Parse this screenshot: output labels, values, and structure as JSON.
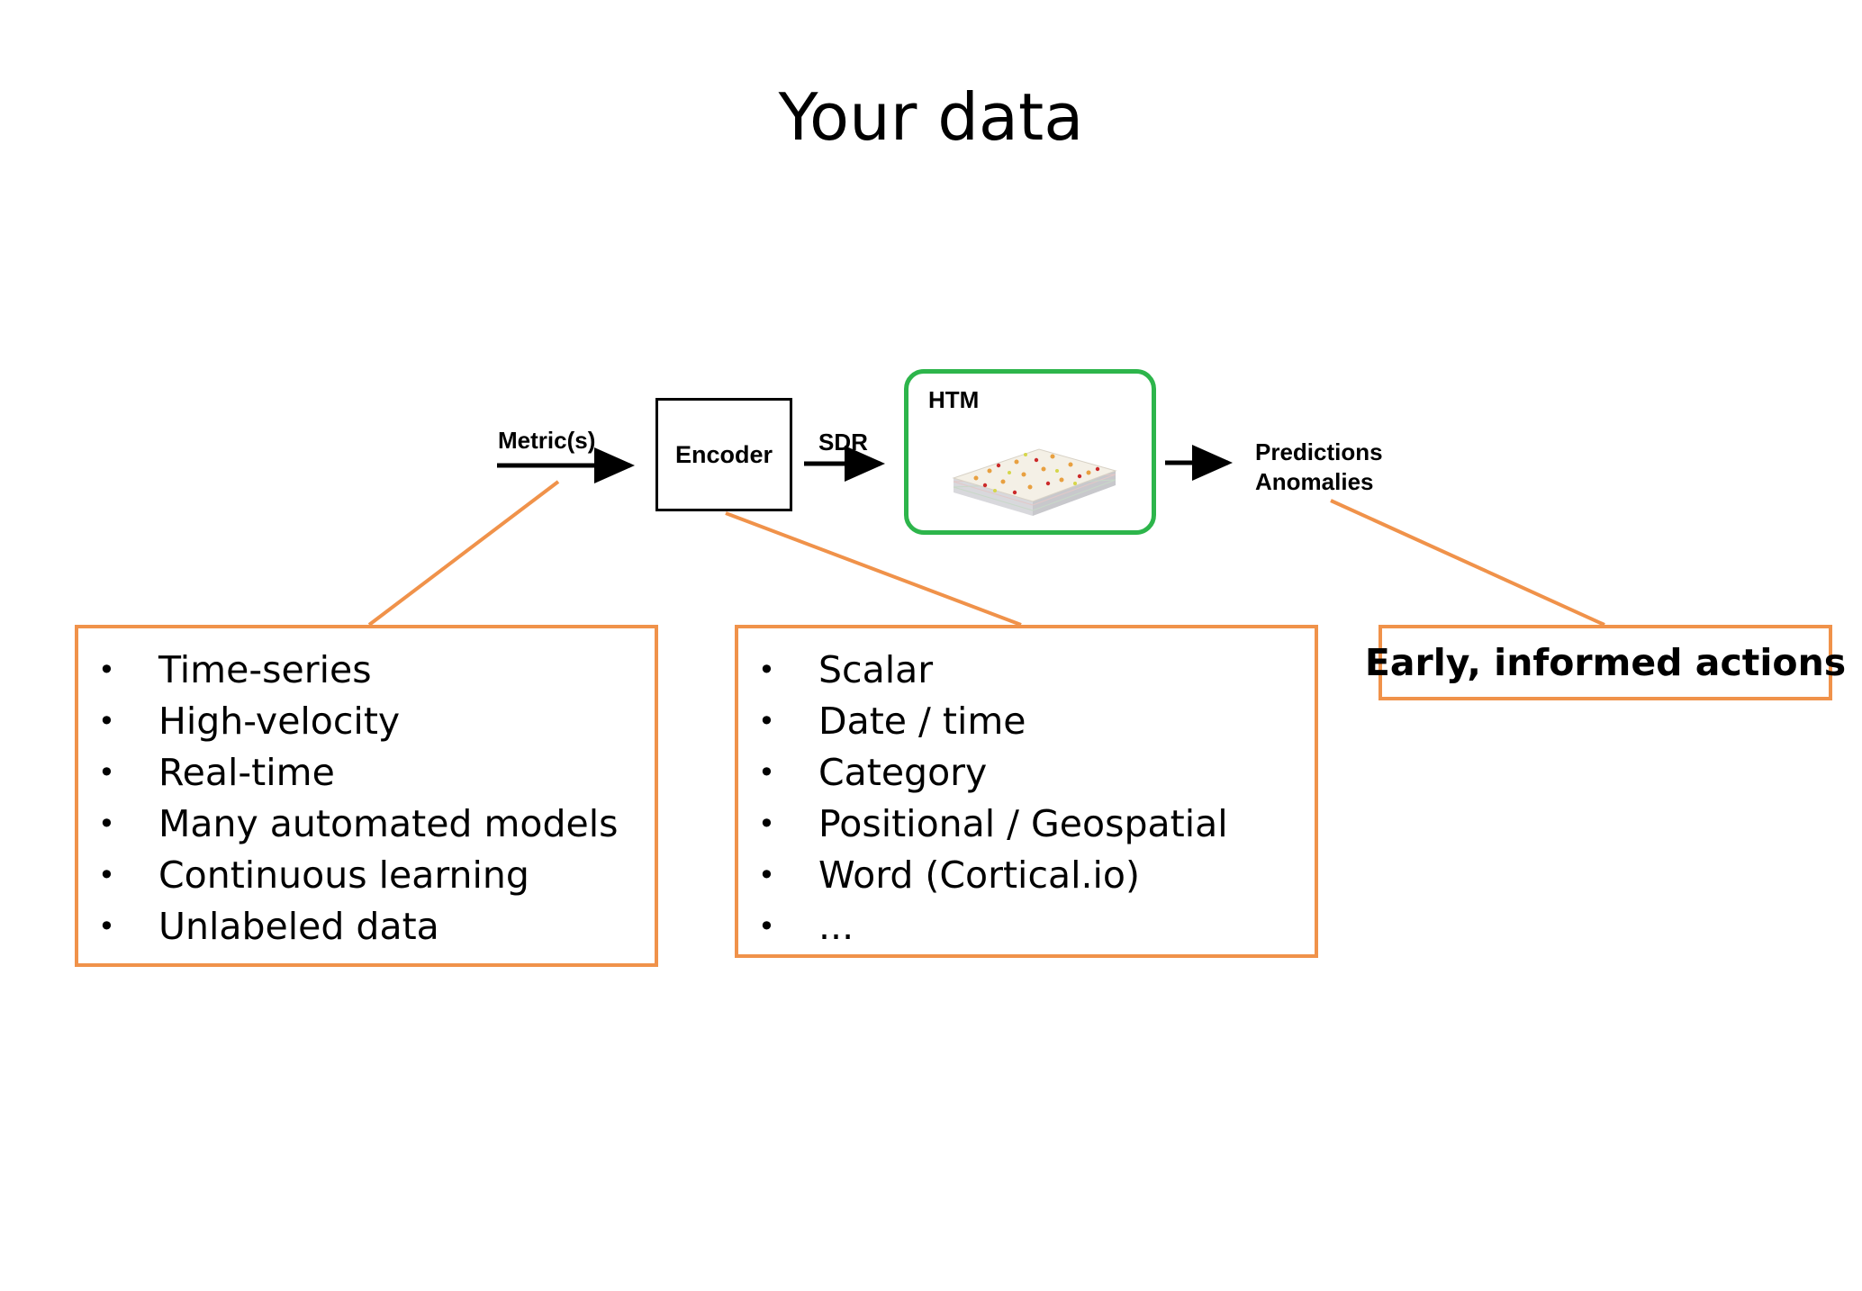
{
  "title": "Your data",
  "flow": {
    "input_label": "Metric(s)",
    "encoder_label": "Encoder",
    "sdr_label": "SDR",
    "htm_label": "HTM",
    "outputs": [
      "Predictions",
      "Anomalies"
    ]
  },
  "data_properties": [
    "Time-series",
    "High-velocity",
    "Real-time",
    "Many automated models",
    "Continuous learning",
    "Unlabeled data"
  ],
  "encoder_types": [
    "Scalar",
    "Date / time",
    "Category",
    "Positional / Geospatial",
    "Word (Cortical.io)",
    "..."
  ],
  "result": "Early, informed actions",
  "colors": {
    "callout": "#f0924a",
    "htm_border": "#2db54b",
    "arrow": "#000000"
  }
}
